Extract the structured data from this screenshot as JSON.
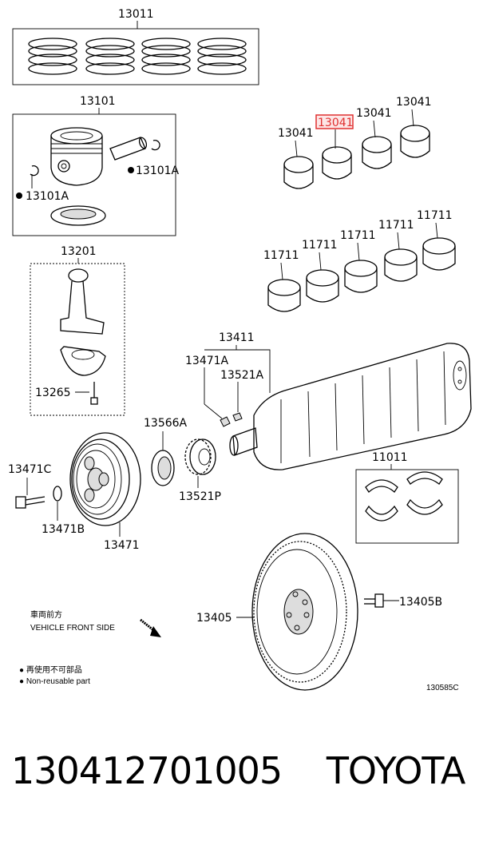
{
  "labels": {
    "rings": "13011",
    "piston": "13101",
    "snap_a_right": "13101A",
    "snap_a_left": "13101A",
    "conrod": "13201",
    "rod_bolt": "13265",
    "bearing_1": "13041",
    "bearing_2_highlighted": "13041",
    "bearing_3": "13041",
    "bearing_4": "13041",
    "main_1": "11711",
    "main_2": "11711",
    "main_3": "11711",
    "main_4": "11711",
    "main_5": "11711",
    "crankshaft": "13411",
    "key_a": "13471A",
    "key_b": "13521A",
    "pulley_bolt": "13471C",
    "seal": "13566A",
    "pulley": "13471",
    "washer": "13471B",
    "gear": "13521P",
    "thrust": "11011",
    "flywheel": "13405",
    "flywheel_bolt": "13405B"
  },
  "legend": {
    "front_jp": "車両前方",
    "front_en": "VEHICLE FRONT SIDE",
    "nonreuse_jp": "● 再使用不可部品",
    "nonreuse_en": "● Non-reusable part",
    "code": "130585C"
  },
  "footer": {
    "part_number": "130412701005",
    "brand": "TOYOTA"
  },
  "colors": {
    "highlight": "#e03030",
    "highlight_fill": "#fde6e6"
  }
}
